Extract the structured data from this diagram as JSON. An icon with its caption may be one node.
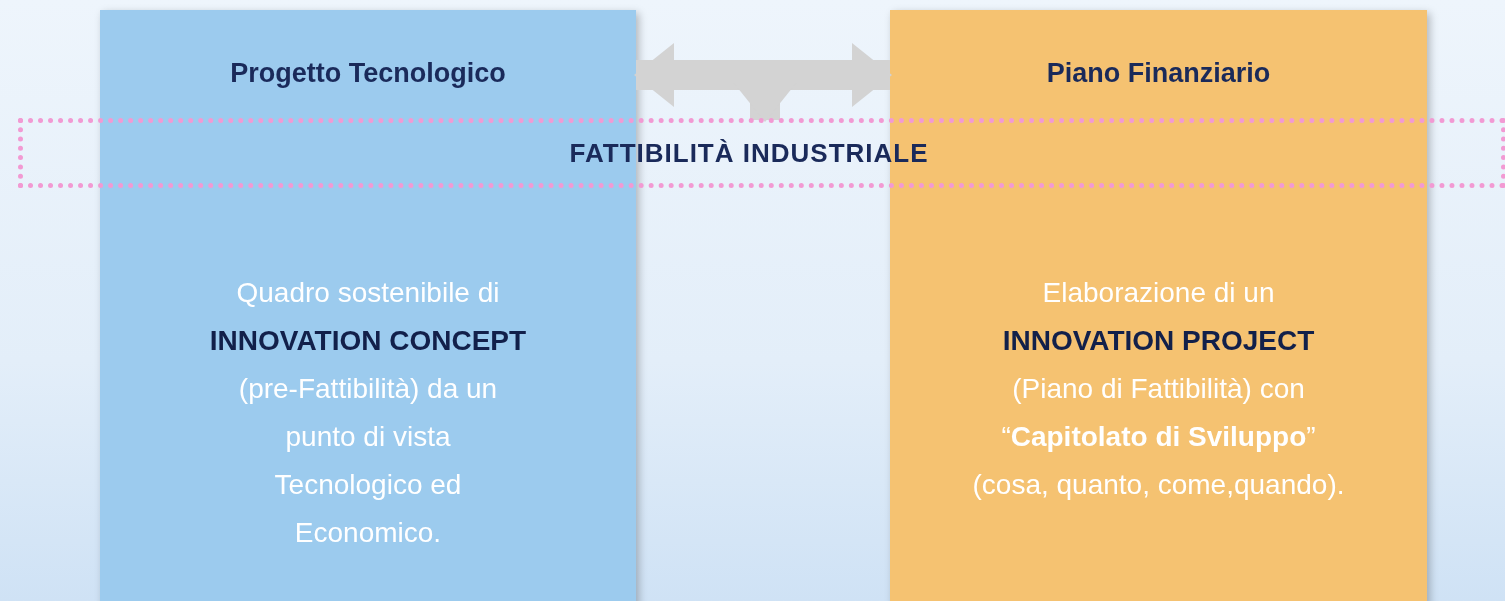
{
  "diagram": {
    "nodes": [
      {
        "text": [
          "Progetto Tecnologico",
          "Quadro sostenibile di",
          "INNOVATION CONCEPT",
          "(pre-Fattibilità) da un punto di vista Tecnologico ed Economico."
        ]
      },
      {
        "text": [
          "Piano Finanziario",
          "Elaborazione di un",
          "INNOVATION PROJECT",
          "(Piano di Fattibilità) con “**Capitolato di Sviluppo**” (cosa, quanto, come,quando)."
        ]
      },
      {
        "text": [
          "FATTIBILITÀ INDUSTRIALE"
        ]
      }
    ],
    "edges": [
      {
        "from": 0,
        "to": 1,
        "arrow": "both"
      },
      {
        "from": null,
        "to": 2,
        "arrow": "to"
      }
    ]
  }
}
